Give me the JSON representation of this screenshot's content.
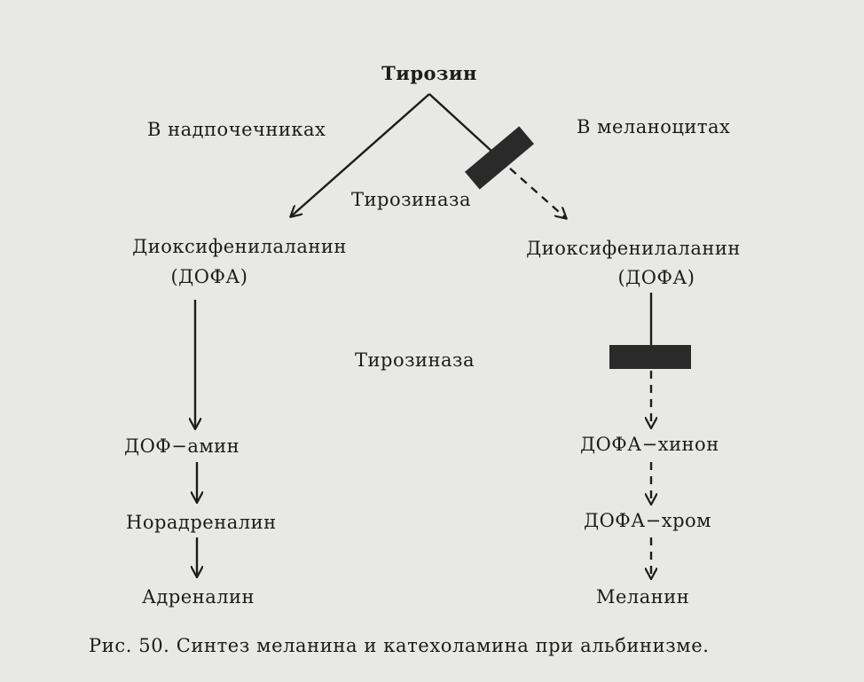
{
  "diagram": {
    "top_node": "Тирозин",
    "left_region": "В надпочечниках",
    "right_region": "В меланоцитах",
    "enzyme_top": "Тирозиназа",
    "enzyme_middle": "Тирозиназа",
    "left_dopa_line1": "Диоксифенилаланин",
    "left_dopa_line2": "(ДОФА)",
    "right_dopa_line1": "Диоксифенилаланин",
    "right_dopa_line2": "(ДОФА)",
    "left_chain": [
      "ДОФ−амин",
      "Норадреналин",
      "Адреналин"
    ],
    "right_chain": [
      "ДОФА−хинон",
      "ДОФА−хром",
      "Меланин"
    ],
    "block_color": "#2a2a2a"
  },
  "caption": "Рис. 50. Синтез меланина и катехоламина при альбинизме."
}
